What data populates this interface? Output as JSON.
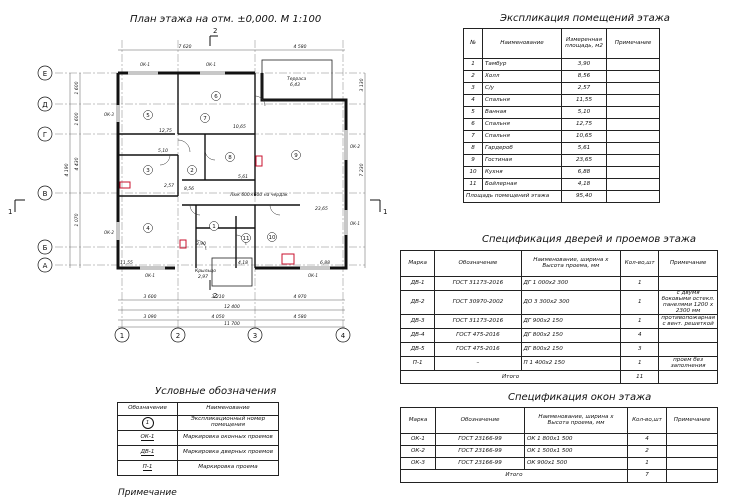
{
  "plan": {
    "title": "План этажа на отм. ±0,000. М 1:100",
    "section_mark": "2",
    "section_side": "1",
    "axes_h": [
      "Е",
      "Д",
      "Г",
      "В",
      "Б",
      "А"
    ],
    "axes_v": [
      "1",
      "2",
      "3",
      "4"
    ],
    "dims_top": [
      "7 620",
      "4 580"
    ],
    "dims_bottom_row1": [
      "3 600",
      "3 210",
      "4 970"
    ],
    "dims_bottom_row2": [
      "12 400"
    ],
    "dims_bottom_row3": [
      "3 090",
      "4 050",
      "4 580"
    ],
    "dims_bottom_row4": [
      "11 700"
    ],
    "dims_left": [
      "1 600",
      "1 600",
      "4 430",
      "1 070",
      "4 190"
    ],
    "dims_right": [
      "7 230",
      "3 130"
    ],
    "rooms": [
      {
        "n": "1",
        "area": "3,90"
      },
      {
        "n": "2",
        "area": "8,56"
      },
      {
        "n": "3",
        "area": "2,57"
      },
      {
        "n": "4",
        "area": "11,55"
      },
      {
        "n": "5",
        "area": "5,10"
      },
      {
        "n": "6",
        "area": "12,75"
      },
      {
        "n": "7",
        "area": "10,65"
      },
      {
        "n": "8",
        "area": "5,61"
      },
      {
        "n": "9",
        "area": "23,65"
      },
      {
        "n": "10",
        "area": "6,88"
      },
      {
        "n": "11",
        "area": "4,18"
      }
    ],
    "labels": {
      "terrace": "Терраса",
      "terrace_area": "6,43",
      "porch": "Крыльцо",
      "porch_area": "2,97",
      "hatch": "Люк 600×600 на чердак"
    },
    "window_marks": [
      "ОК-1",
      "ОК-1",
      "ОК-3",
      "ОК-2",
      "ОК-1",
      "ОК-2",
      "ОК-1",
      "ОК-1"
    ]
  },
  "rooms_table": {
    "title": "Экспликация помещений этажа",
    "headers": [
      "№",
      "Наименование",
      "Измеренная площадь, м2",
      "Примечание"
    ],
    "rows": [
      [
        "1",
        "Тамбур",
        "3,90",
        ""
      ],
      [
        "2",
        "Холл",
        "8,56",
        ""
      ],
      [
        "3",
        "С/у",
        "2,57",
        ""
      ],
      [
        "4",
        "Спальня",
        "11,55",
        ""
      ],
      [
        "5",
        "Ванная",
        "5,10",
        ""
      ],
      [
        "6",
        "Спальня",
        "12,75",
        ""
      ],
      [
        "7",
        "Спальня",
        "10,65",
        ""
      ],
      [
        "8",
        "Гардероб",
        "5,61",
        ""
      ],
      [
        "9",
        "Гостиная",
        "23,65",
        ""
      ],
      [
        "10",
        "Кухня",
        "6,88",
        ""
      ],
      [
        "11",
        "Бойлерная",
        "4,18",
        ""
      ]
    ],
    "total_label": "Площадь помещений этажа",
    "total_value": "95,40"
  },
  "doors_table": {
    "title": "Спецификация дверей и проемов этажа",
    "headers": [
      "Марка",
      "Обозначение",
      "Наименование, ширина x Высота проема, мм",
      "Кол-во,шт",
      "Примечание"
    ],
    "rows": [
      [
        "ДВ-1",
        "ГОСТ 31173-2016",
        "ДГ 1 000х2 300",
        "1",
        ""
      ],
      [
        "ДВ-2",
        "ГОСТ 30970-2002",
        "ДО 3 300х2 300",
        "1",
        "с двумя боковыми остекл. панелями 1200 х 2300 мм"
      ],
      [
        "ДВ-3",
        "ГОСТ 31173-2016",
        "ДГ 900х2 150",
        "1",
        "противопожарная с вент. решеткой"
      ],
      [
        "ДВ-4",
        "ГОСТ 475-2016",
        "ДГ 800х2 150",
        "4",
        ""
      ],
      [
        "ДВ-5",
        "ГОСТ 475-2016",
        "ДГ 800х2 150",
        "3",
        ""
      ],
      [
        "П-1",
        "–",
        "П 1 400х2 150",
        "1",
        "проем без заполнения"
      ]
    ],
    "total_label": "Итого",
    "total_value": "11"
  },
  "windows_table": {
    "title": "Спецификация окон этажа",
    "headers": [
      "Марка",
      "Обозначение",
      "Наименование, ширина x Высота проема, мм",
      "Кол-во,шт",
      "Примечание"
    ],
    "rows": [
      [
        "ОК-1",
        "ГОСТ 23166-99",
        "ОК 1 800х1 500",
        "4",
        ""
      ],
      [
        "ОК-2",
        "ГОСТ 23166-99",
        "ОК 1 500х1 500",
        "2",
        ""
      ],
      [
        "ОК-3",
        "ГОСТ 23166-99",
        "ОК 900х1 500",
        "1",
        ""
      ]
    ],
    "total_label": "Итого",
    "total_value": "7"
  },
  "legend": {
    "title": "Условные обозначения",
    "headers": [
      "Обозначение",
      "Наименование"
    ],
    "rows": [
      [
        "1",
        "Экспликационный номер помещения"
      ],
      [
        "ОК-1",
        "Маркировка оконных проемов"
      ],
      [
        "ДВ-1",
        "Маркировка дверных проемов"
      ],
      [
        "П-1",
        "Маркировка проема"
      ]
    ]
  },
  "notes_title": "Примечание"
}
